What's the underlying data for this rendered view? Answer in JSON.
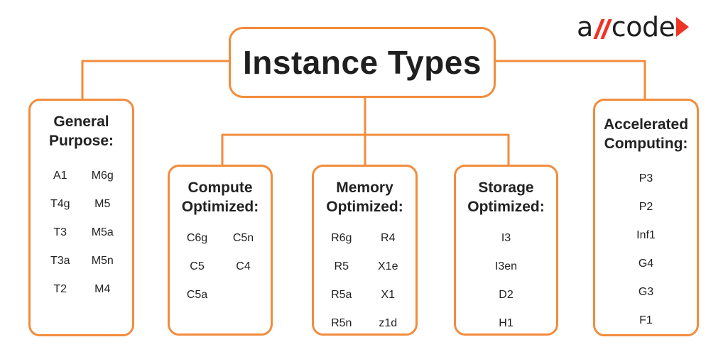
{
  "logo": {
    "text_before": "a",
    "text_after": "code"
  },
  "root": {
    "title": "Instance Types"
  },
  "categories": {
    "general": {
      "title": "General\nPurpose:",
      "items": [
        "A1",
        "M6g",
        "T4g",
        "M5",
        "T3",
        "M5a",
        "T3a",
        "M5n",
        "T2",
        "M4"
      ]
    },
    "compute": {
      "title": "Compute\nOptimized:",
      "items": [
        "C6g",
        "C5n",
        "C5",
        "C4",
        "C5a"
      ]
    },
    "memory": {
      "title": "Memory\nOptimized:",
      "items": [
        "R6g",
        "R4",
        "R5",
        "X1e",
        "R5a",
        "X1",
        "R5n",
        "z1d"
      ]
    },
    "storage": {
      "title": "Storage\nOptimized:",
      "items": [
        "I3",
        "I3en",
        "D2",
        "H1"
      ]
    },
    "accelerated": {
      "title": "Accelerated\nComputing:",
      "items": [
        "P3",
        "P2",
        "Inf1",
        "G4",
        "G3",
        "F1"
      ]
    }
  },
  "colors": {
    "accent": "#f28c3c",
    "logo_red": "#ee3424",
    "text": "#222222"
  }
}
